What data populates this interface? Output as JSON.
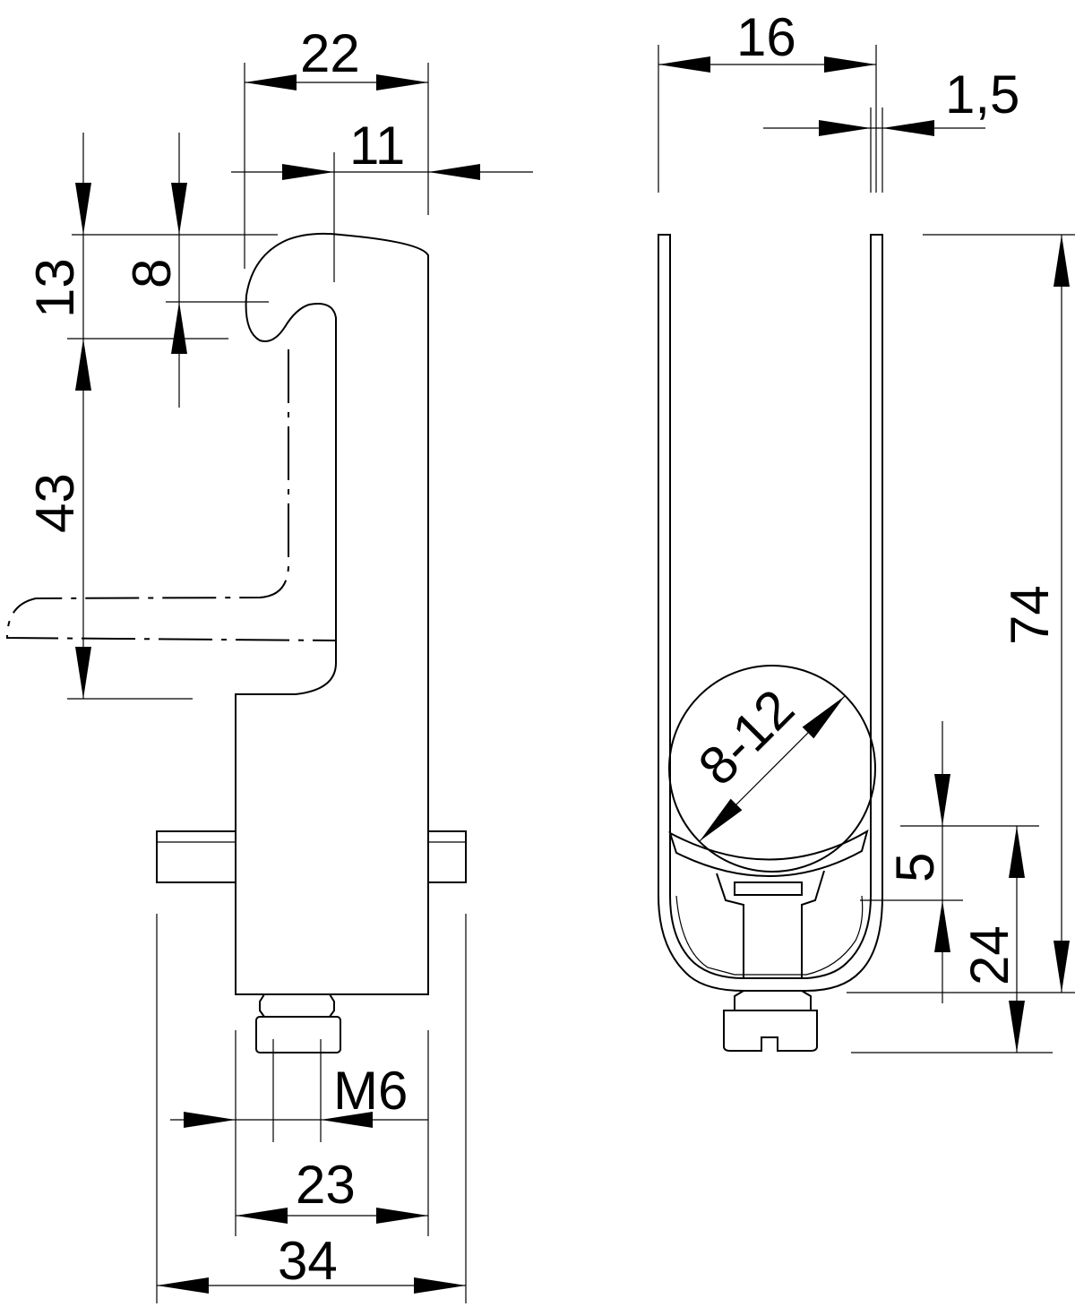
{
  "dimensions": {
    "width_22": "22",
    "width_11": "11",
    "height_13": "13",
    "height_8": "8",
    "height_43": "43",
    "width_16": "16",
    "thickness_1_5": "1,5",
    "height_74": "74",
    "diameter_range": "8-12",
    "height_5": "5",
    "height_24": "24",
    "thread": "M6",
    "width_23": "23",
    "width_34": "34"
  },
  "colors": {
    "line": "#000000",
    "background": "#ffffff"
  }
}
